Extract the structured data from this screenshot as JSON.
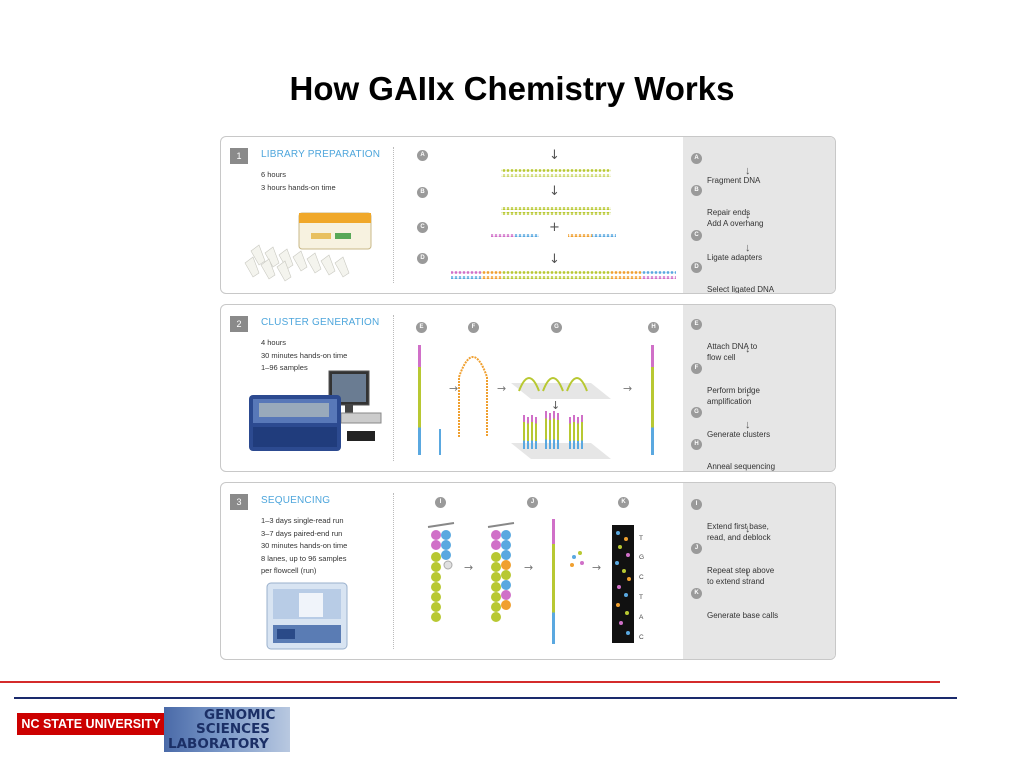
{
  "slide_title": "How GAIIx Chemistry Works",
  "panels": [
    {
      "number": "1",
      "title": "LIBRARY PREPARATION",
      "info": "6 hours\n3 hours hands-on time",
      "letters": [
        "A",
        "B",
        "C",
        "D"
      ],
      "steps": [
        {
          "letter": "A",
          "text": "Fragment DNA"
        },
        {
          "letter": "B",
          "text": "Repair ends\nAdd A overhang"
        },
        {
          "letter": "C",
          "text": "Ligate adapters"
        },
        {
          "letter": "D",
          "text": "Select ligated DNA"
        }
      ]
    },
    {
      "number": "2",
      "title": "CLUSTER GENERATION",
      "info": "4 hours\n30 minutes hands-on time\n1–96 samples",
      "letters": [
        "E",
        "F",
        "G",
        "H"
      ],
      "steps": [
        {
          "letter": "E",
          "text": "Attach DNA to\nflow cell"
        },
        {
          "letter": "F",
          "text": "Perform bridge\namplification"
        },
        {
          "letter": "G",
          "text": "Generate clusters"
        },
        {
          "letter": "H",
          "text": "Anneal sequencing\nprimer"
        }
      ]
    },
    {
      "number": "3",
      "title": "SEQUENCING",
      "info": "1–3 days single-read run\n3–7 days paired-end run\n30 minutes hands-on time\n8 lanes, up to 96 samples\n  per flowcell (run)",
      "letters": [
        "I",
        "J",
        "K"
      ],
      "steps": [
        {
          "letter": "I",
          "text": "Extend first base,\nread, and deblock"
        },
        {
          "letter": "J",
          "text": "Repeat step above\nto extend strand"
        },
        {
          "letter": "K",
          "text": "Generate base calls"
        }
      ],
      "base_calls": [
        "T",
        "G",
        "C",
        "T",
        "A",
        "C"
      ]
    }
  ],
  "footer": {
    "university_logo": "NC STATE UNIVERSITY",
    "lab_logo_lines": [
      "GENOMIC",
      "SCIENCES",
      "LABORATORY"
    ]
  },
  "colors": {
    "title_blue": "#4ea6dc",
    "red_rule": "#d42b2b",
    "blue_rule": "#1a2a6c",
    "dna_green": "#b8c832",
    "adapter_orange": "#f0a030",
    "adapter_blue": "#5aa8e0",
    "adapter_pink": "#d070c8"
  }
}
